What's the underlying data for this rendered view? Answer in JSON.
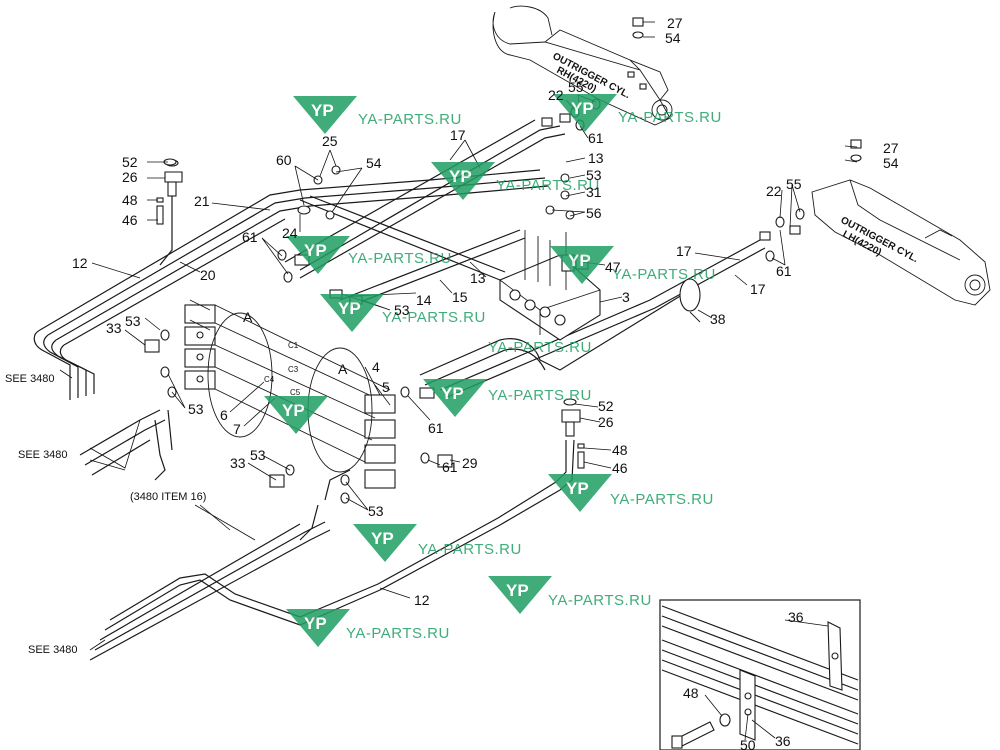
{
  "colors": {
    "line": "#1a1a1a",
    "watermark": "#1f9e63",
    "background": "#ffffff"
  },
  "cylinders": {
    "rh_line1": "OUTRIGGER CYL.",
    "rh_line2": "RH(4220)",
    "lh_line1": "OUTRIGGER CYL.",
    "lh_line2": "LH(4220)"
  },
  "notes": {
    "see_1": "SEE 3480",
    "see_2": "SEE 3480",
    "see_3": "SEE 3480",
    "item_ref": "(3480 ITEM 16)"
  },
  "view_labels": {
    "a1": "A",
    "a2": "A"
  },
  "callouts": [
    {
      "id": "c27a",
      "text": "27"
    },
    {
      "id": "c54a",
      "text": "54"
    },
    {
      "id": "c22a",
      "text": "22"
    },
    {
      "id": "c55a",
      "text": "55"
    },
    {
      "id": "c61a",
      "text": "61"
    },
    {
      "id": "c17a",
      "text": "17"
    },
    {
      "id": "c25",
      "text": "25"
    },
    {
      "id": "c60",
      "text": "60"
    },
    {
      "id": "c54b",
      "text": "54"
    },
    {
      "id": "c13a",
      "text": "13"
    },
    {
      "id": "c53a",
      "text": "53"
    },
    {
      "id": "c31",
      "text": "31"
    },
    {
      "id": "c56",
      "text": "56"
    },
    {
      "id": "c52a",
      "text": "52"
    },
    {
      "id": "c26a",
      "text": "26"
    },
    {
      "id": "c48a",
      "text": "48"
    },
    {
      "id": "c46a",
      "text": "46"
    },
    {
      "id": "c21",
      "text": "21"
    },
    {
      "id": "c24",
      "text": "24"
    },
    {
      "id": "c61b",
      "text": "61"
    },
    {
      "id": "c12a",
      "text": "12"
    },
    {
      "id": "c20a",
      "text": "20"
    },
    {
      "id": "c13b",
      "text": "13"
    },
    {
      "id": "c47",
      "text": "47"
    },
    {
      "id": "c14",
      "text": "14"
    },
    {
      "id": "c15",
      "text": "15"
    },
    {
      "id": "c53b",
      "text": "53"
    },
    {
      "id": "c3",
      "text": "3"
    },
    {
      "id": "c27b",
      "text": "27"
    },
    {
      "id": "c54c",
      "text": "54"
    },
    {
      "id": "c22b",
      "text": "22"
    },
    {
      "id": "c55b",
      "text": "55"
    },
    {
      "id": "c17b",
      "text": "17"
    },
    {
      "id": "c61c",
      "text": "61"
    },
    {
      "id": "c17c",
      "text": "17"
    },
    {
      "id": "c38",
      "text": "38"
    },
    {
      "id": "c53c",
      "text": "53"
    },
    {
      "id": "c33a",
      "text": "33"
    },
    {
      "id": "c4",
      "text": "4"
    },
    {
      "id": "c5",
      "text": "5"
    },
    {
      "id": "c53d",
      "text": "53"
    },
    {
      "id": "c6",
      "text": "6"
    },
    {
      "id": "c7",
      "text": "7"
    },
    {
      "id": "c61d",
      "text": "61"
    },
    {
      "id": "c52b",
      "text": "52"
    },
    {
      "id": "c26b",
      "text": "26"
    },
    {
      "id": "c48b",
      "text": "48"
    },
    {
      "id": "c46b",
      "text": "46"
    },
    {
      "id": "c33b",
      "text": "33"
    },
    {
      "id": "c53e",
      "text": "53"
    },
    {
      "id": "c61e",
      "text": "61"
    },
    {
      "id": "c29",
      "text": "29"
    },
    {
      "id": "c53f",
      "text": "53"
    },
    {
      "id": "c12b",
      "text": "12"
    },
    {
      "id": "c36a",
      "text": "36"
    },
    {
      "id": "c48c",
      "text": "48"
    },
    {
      "id": "c50",
      "text": "50"
    },
    {
      "id": "c36b",
      "text": "36"
    }
  ],
  "watermarks": [
    {
      "id": "wm1",
      "text": "YA-PARTS.RU"
    },
    {
      "id": "wm2",
      "text": "YA-PARTS.RU"
    },
    {
      "id": "wm3",
      "text": "YA-PARTS.RU"
    },
    {
      "id": "wm4",
      "text": "YA-PARTS.RU"
    },
    {
      "id": "wm5",
      "text": "YA-PARTS.RU"
    },
    {
      "id": "wm6",
      "text": "YA-PARTS.RU"
    },
    {
      "id": "wm7",
      "text": "YA-PARTS.RU"
    },
    {
      "id": "wm8",
      "text": "YA-PARTS.RU"
    },
    {
      "id": "wm9",
      "text": "YA-PARTS.RU"
    },
    {
      "id": "wm10",
      "text": "YA-PARTS.RU"
    },
    {
      "id": "wm11",
      "text": "YA-PARTS.RU"
    }
  ]
}
